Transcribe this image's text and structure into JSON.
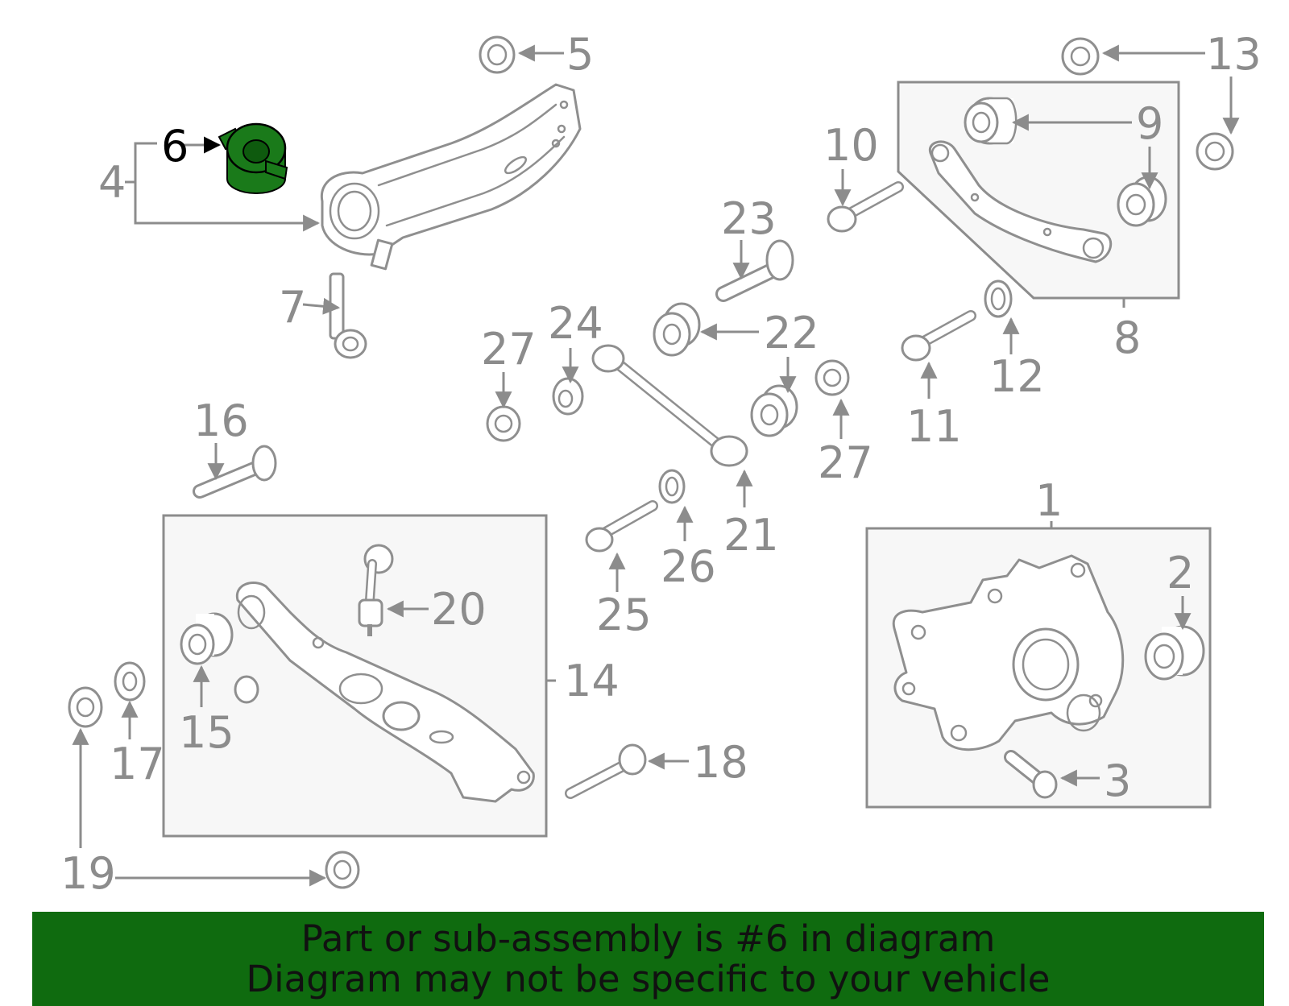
{
  "callouts": {
    "c1": "1",
    "c2": "2",
    "c3": "3",
    "c4": "4",
    "c5": "5",
    "c6": "6",
    "c7": "7",
    "c8": "8",
    "c9": "9",
    "c10": "10",
    "c11": "11",
    "c12": "12",
    "c13": "13",
    "c14": "14",
    "c15": "15",
    "c16": "16",
    "c17": "17",
    "c18": "18",
    "c19": "19",
    "c20": "20",
    "c21": "21",
    "c22": "22",
    "c23": "23",
    "c24": "24",
    "c25": "25",
    "c26": "26",
    "c27a": "27",
    "c27b": "27"
  },
  "highlight_part": "6",
  "colors": {
    "highlight": "#1a7a1a",
    "banner": "#0f6b0f",
    "lines": "#8c8c8c",
    "box_fill": "#f7f7f7"
  },
  "banner": {
    "line1": "Part or sub-assembly is #6 in diagram",
    "line2": "Diagram may not be specific to your vehicle"
  }
}
